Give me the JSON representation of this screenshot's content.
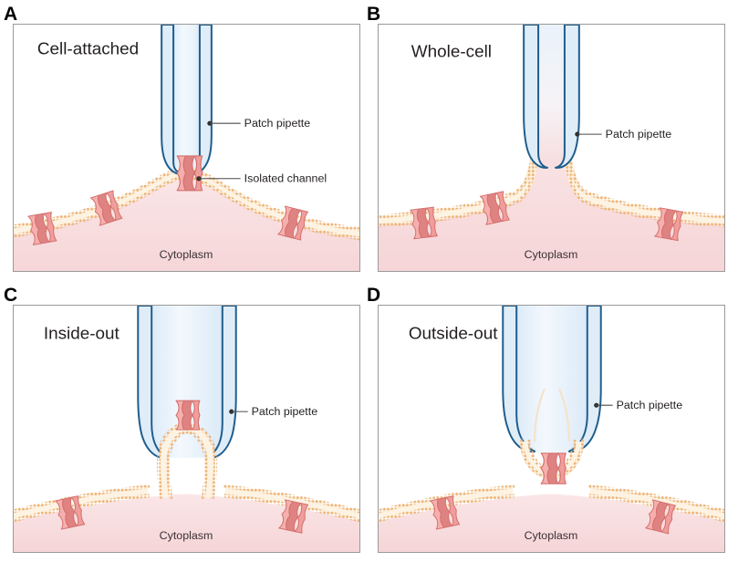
{
  "figure": {
    "type": "scientific-diagram",
    "subject": "Patch-clamp recording configurations",
    "panel_count": 4
  },
  "colors": {
    "pipette_outline": "#1f5d8c",
    "pipette_fill": "#e8f1fa",
    "pipette_fill_light": "#f4f9fd",
    "cytoplasm": "#f8dfe0",
    "cytoplasm_deep": "#f6d5d7",
    "membrane_head": "#edb57a",
    "membrane_core": "#fdf3e3",
    "channel_light": "#f3a6a4",
    "channel_dark": "#e08585",
    "channel_outline": "#d4706f",
    "panel_border": "#9a9a9a",
    "text": "#231f20",
    "leader_line": "#4a4a4a"
  },
  "panels": [
    {
      "letter": "A",
      "title": "Cell-attached",
      "cytoplasm_label": "Cytoplasm",
      "annotations": [
        {
          "label": "Patch pipette",
          "target": "pipette-wall"
        },
        {
          "label": "Isolated channel",
          "target": "channel-under-tip"
        }
      ],
      "channel_count": 4,
      "description": "Pipette sealed onto intact cell membrane, one isolated channel under the tip"
    },
    {
      "letter": "B",
      "title": "Whole-cell",
      "cytoplasm_label": "Cytoplasm",
      "annotations": [
        {
          "label": "Patch pipette",
          "target": "pipette-wall"
        }
      ],
      "channel_count": 3,
      "description": "Membrane patch ruptured, cytoplasm continuous with pipette interior"
    },
    {
      "letter": "C",
      "title": "Inside-out",
      "cytoplasm_label": "Cytoplasm",
      "annotations": [
        {
          "label": "Patch pipette",
          "target": "pipette-wall"
        }
      ],
      "channel_count": 3,
      "description": "Excised patch with cytoplasmic face outward, torn membrane tails below tip"
    },
    {
      "letter": "D",
      "title": "Outside-out",
      "cytoplasm_label": "Cytoplasm",
      "annotations": [
        {
          "label": "Patch pipette",
          "target": "pipette-wall"
        }
      ],
      "channel_count": 3,
      "description": "Excised patch resealed across tip with extracellular face outward"
    }
  ]
}
